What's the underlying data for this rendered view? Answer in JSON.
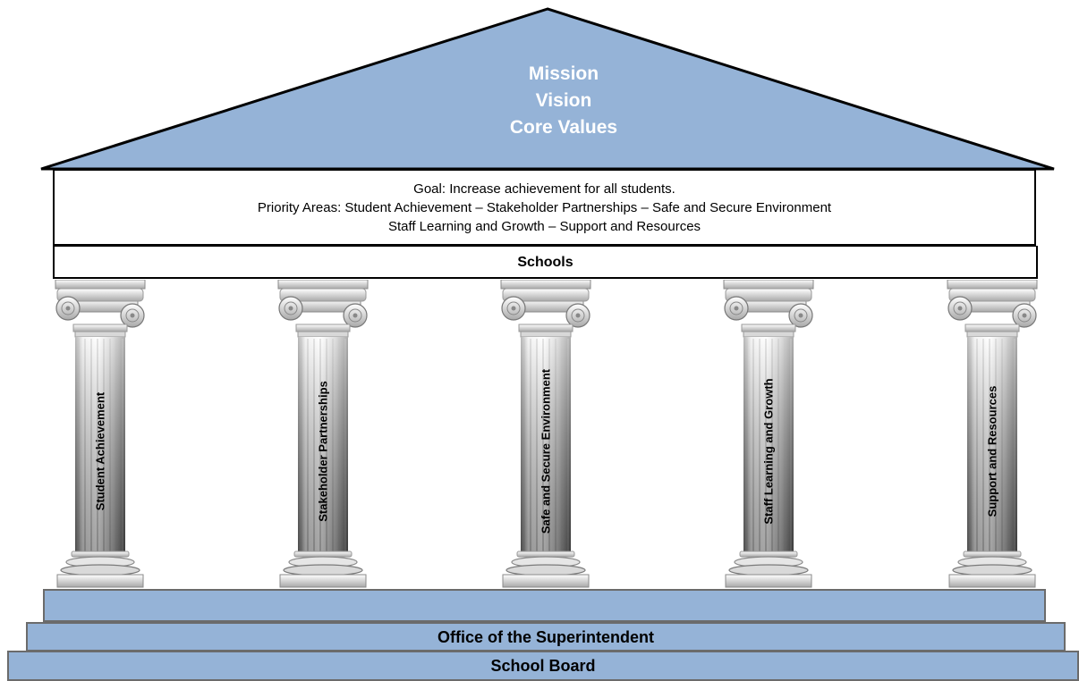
{
  "roof": {
    "line1": "Mission",
    "line2": "Vision",
    "line3": "Core Values",
    "fill_color": "#95b3d7"
  },
  "entablature": {
    "goal": "Goal: Increase achievement for all students.",
    "priority_areas": "Priority Areas: Student Achievement – Stakeholder Partnerships – Safe and Secure Environment",
    "priority_areas_line2": "Staff Learning and Growth – Support and Resources",
    "schools": "Schools"
  },
  "pillars": [
    {
      "label": "Student Achievement"
    },
    {
      "label": "Stakeholder Partnerships"
    },
    {
      "label": "Safe and Secure Environment"
    },
    {
      "label": "Staff Learning and Growth"
    },
    {
      "label": "Support and Resources"
    }
  ],
  "foundation": {
    "top_step": "",
    "middle_step": "Office of the Superintendent",
    "bottom_step": "School Board",
    "fill_color": "#95b3d7"
  }
}
